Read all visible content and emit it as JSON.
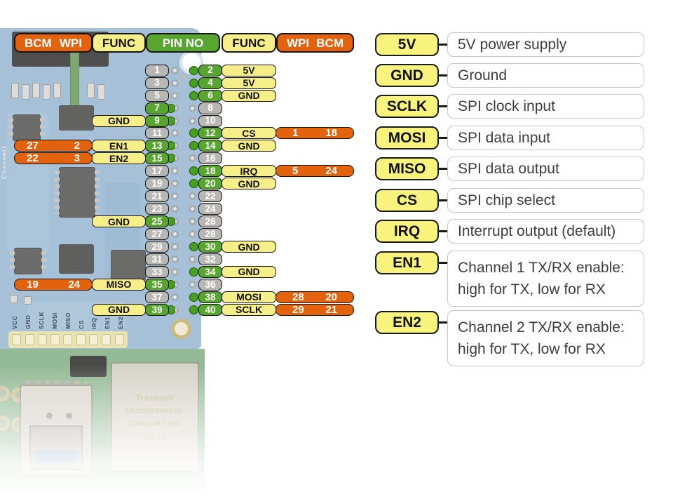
{
  "header": {
    "columns": [
      {
        "key": "bcm-wpi-left",
        "color": "orange",
        "words": [
          "BCM",
          "WPI"
        ]
      },
      {
        "key": "func-left",
        "color": "yellow",
        "words": [
          "FUNC"
        ]
      },
      {
        "key": "pin-no",
        "color": "green",
        "words": [
          "PIN NO"
        ]
      },
      {
        "key": "func-right",
        "color": "yellow",
        "words": [
          "FUNC"
        ]
      },
      {
        "key": "wpi-bcm-right",
        "color": "orange",
        "words": [
          "WPI",
          "BCM"
        ]
      }
    ]
  },
  "pins": {
    "rows": [
      {
        "left": {
          "no": "1",
          "active": false
        },
        "right": {
          "no": "2",
          "active": true,
          "func": "5V"
        }
      },
      {
        "left": {
          "no": "3",
          "active": false
        },
        "right": {
          "no": "4",
          "active": true,
          "func": "5V"
        }
      },
      {
        "left": {
          "no": "5",
          "active": false
        },
        "right": {
          "no": "6",
          "active": true,
          "func": "GND"
        }
      },
      {
        "left": {
          "no": "7",
          "active": true
        },
        "right": {
          "no": "8",
          "active": false
        }
      },
      {
        "left": {
          "no": "9",
          "active": true,
          "func": "GND"
        },
        "right": {
          "no": "10",
          "active": false
        }
      },
      {
        "left": {
          "no": "11",
          "active": false
        },
        "right": {
          "no": "12",
          "active": true,
          "func": "CS",
          "wpi": "1",
          "bcm": "18"
        }
      },
      {
        "left": {
          "no": "13",
          "active": true,
          "func": "EN1",
          "bcm": "27",
          "wpi": "2"
        },
        "right": {
          "no": "14",
          "active": true,
          "func": "GND"
        }
      },
      {
        "left": {
          "no": "15",
          "active": true,
          "func": "EN2",
          "bcm": "22",
          "wpi": "3"
        },
        "right": {
          "no": "16",
          "active": false
        }
      },
      {
        "left": {
          "no": "17",
          "active": false
        },
        "right": {
          "no": "18",
          "active": true,
          "func": "IRQ",
          "wpi": "5",
          "bcm": "24"
        }
      },
      {
        "left": {
          "no": "19",
          "active": false
        },
        "right": {
          "no": "20",
          "active": true,
          "func": "GND"
        }
      },
      {
        "left": {
          "no": "21",
          "active": false
        },
        "right": {
          "no": "22",
          "active": false
        }
      },
      {
        "left": {
          "no": "23",
          "active": false
        },
        "right": {
          "no": "24",
          "active": false
        }
      },
      {
        "left": {
          "no": "25",
          "active": true,
          "func": "GND"
        },
        "right": {
          "no": "26",
          "active": false
        }
      },
      {
        "left": {
          "no": "27",
          "active": false
        },
        "right": {
          "no": "28",
          "active": false
        }
      },
      {
        "left": {
          "no": "29",
          "active": false
        },
        "right": {
          "no": "30",
          "active": true,
          "func": "GND"
        }
      },
      {
        "left": {
          "no": "31",
          "active": false
        },
        "right": {
          "no": "32",
          "active": false
        }
      },
      {
        "left": {
          "no": "33",
          "active": false
        },
        "right": {
          "no": "34",
          "active": true,
          "func": "GND"
        }
      },
      {
        "left": {
          "no": "35",
          "active": true,
          "func": "MISO",
          "bcm": "19",
          "wpi": "24"
        },
        "right": {
          "no": "36",
          "active": false
        }
      },
      {
        "left": {
          "no": "37",
          "active": false
        },
        "right": {
          "no": "38",
          "active": true,
          "func": "MOSI",
          "wpi": "28",
          "bcm": "20"
        }
      },
      {
        "left": {
          "no": "39",
          "active": true,
          "func": "GND"
        },
        "right": {
          "no": "40",
          "active": true,
          "func": "SCLK",
          "wpi": "29",
          "bcm": "21"
        }
      }
    ]
  },
  "legend": {
    "rows": [
      {
        "label": "5V",
        "desc": [
          "5V power supply"
        ]
      },
      {
        "label": "GND",
        "desc": [
          "Ground"
        ]
      },
      {
        "label": "SCLK",
        "desc": [
          "SPI clock input"
        ]
      },
      {
        "label": "MOSI",
        "desc": [
          "SPI data input"
        ]
      },
      {
        "label": "MISO",
        "desc": [
          "SPI data output"
        ]
      },
      {
        "label": "CS",
        "desc": [
          "SPI chip select"
        ]
      },
      {
        "label": "IRQ",
        "desc": [
          "Interrupt output (default)"
        ]
      },
      {
        "label": "EN1",
        "desc": [
          "Channel 1 TX/RX enable:",
          "high for TX, low for RX"
        ]
      },
      {
        "label": "EN2",
        "desc": [
          "Channel 2 TX/RX enable:",
          "high for TX, low for RX"
        ]
      }
    ]
  },
  "board": {
    "silkscreen": [
      "VCC",
      "GND",
      "SCLK",
      "MOSI",
      "MISO",
      "CS",
      "IRQ",
      "EN1",
      "EN2"
    ],
    "side_label": "Channel1",
    "ethernet_lines": [
      "Trxcom®",
      "TRJG0926HENL",
      "China M 1912",
      "cULus"
    ]
  },
  "colors": {
    "orange": "#e2620e",
    "yellow": "#f6ef89",
    "green": "#58a52f",
    "gray": "#b8b7b3",
    "legend_yellow": "#f8f37c"
  }
}
